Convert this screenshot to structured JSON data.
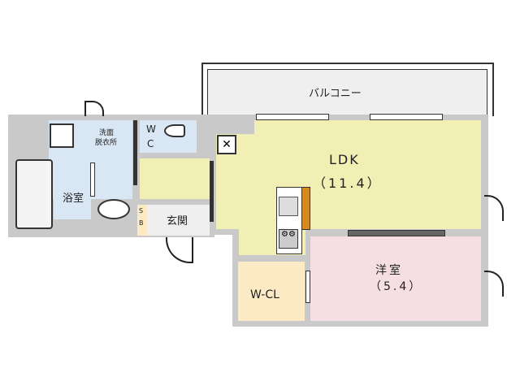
{
  "rooms": {
    "balcony": "バルコニー",
    "ldk": "LDK",
    "ldk_size": "（11.4）",
    "western": "洋室",
    "western_size": "（5.4）",
    "wcl": "W-CL",
    "washroom_1": "洗面",
    "washroom_2": "脱衣所",
    "wc_1": "W",
    "wc_2": "C",
    "bath": "浴室",
    "entrance": "玄関",
    "sb_1": "S",
    "sb_2": "B"
  },
  "colors": {
    "ldk": "#f1efb4",
    "western": "#f6dfe2",
    "wcl": "#fbeac4",
    "wet": "#d9e7f5",
    "wall": "#c9c9c9"
  }
}
